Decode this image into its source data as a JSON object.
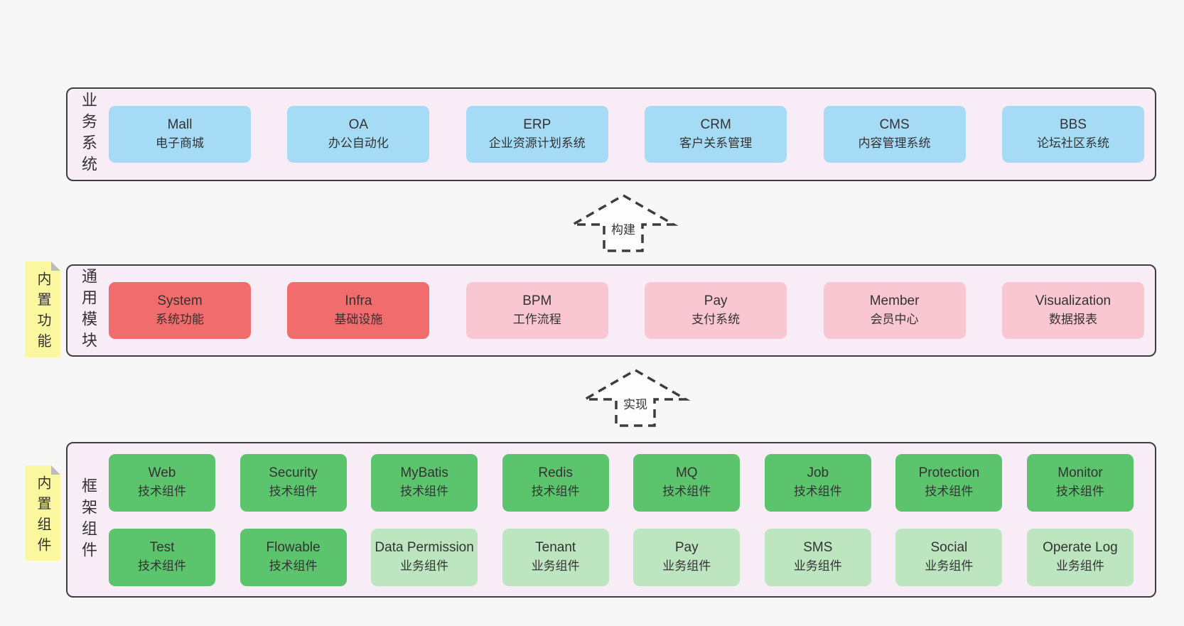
{
  "diagram": {
    "palette": {
      "page_background": "#f7f7f7",
      "panel_background": "#f8ecf6",
      "panel_border": "#3e3e3e",
      "box_blue": "#a6dbf5",
      "box_red": "#f16c6c",
      "box_pink": "#f9c7d1",
      "box_green": "#5cc46d",
      "box_lightgreen": "#bce5c0",
      "note_yellow": "#faf79f",
      "note_fold_gray": "#bcbcbc",
      "text": "#333333"
    },
    "arrows": [
      {
        "label": "构建"
      },
      {
        "label": "实现"
      }
    ],
    "notes": [
      {
        "text": "内置功能"
      },
      {
        "text": "内置组件"
      }
    ],
    "sections": [
      {
        "title": "业务系统",
        "rows": [
          [
            {
              "en": "Mall",
              "zh": "电子商城",
              "variant": "blue"
            },
            {
              "en": "OA",
              "zh": "办公自动化",
              "variant": "blue"
            },
            {
              "en": "ERP",
              "zh": "企业资源计划系统",
              "variant": "blue"
            },
            {
              "en": "CRM",
              "zh": "客户关系管理",
              "variant": "blue"
            },
            {
              "en": "CMS",
              "zh": "内容管理系统",
              "variant": "blue"
            },
            {
              "en": "BBS",
              "zh": "论坛社区系统",
              "variant": "blue"
            }
          ]
        ]
      },
      {
        "title": "通用模块",
        "rows": [
          [
            {
              "en": "System",
              "zh": "系统功能",
              "variant": "red"
            },
            {
              "en": "Infra",
              "zh": "基础设施",
              "variant": "red"
            },
            {
              "en": "BPM",
              "zh": "工作流程",
              "variant": "pink"
            },
            {
              "en": "Pay",
              "zh": "支付系统",
              "variant": "pink"
            },
            {
              "en": "Member",
              "zh": "会员中心",
              "variant": "pink"
            },
            {
              "en": "Visualization",
              "zh": "数据报表",
              "variant": "pink"
            }
          ]
        ]
      },
      {
        "title": "框架组件",
        "rows": [
          [
            {
              "en": "Web",
              "zh": "技术组件",
              "variant": "green"
            },
            {
              "en": "Security",
              "zh": "技术组件",
              "variant": "green"
            },
            {
              "en": "MyBatis",
              "zh": "技术组件",
              "variant": "green"
            },
            {
              "en": "Redis",
              "zh": "技术组件",
              "variant": "green"
            },
            {
              "en": "MQ",
              "zh": "技术组件",
              "variant": "green"
            },
            {
              "en": "Job",
              "zh": "技术组件",
              "variant": "green"
            },
            {
              "en": "Protection",
              "zh": "技术组件",
              "variant": "green"
            },
            {
              "en": "Monitor",
              "zh": "技术组件",
              "variant": "green"
            }
          ],
          [
            {
              "en": "Test",
              "zh": "技术组件",
              "variant": "green"
            },
            {
              "en": "Flowable",
              "zh": "技术组件",
              "variant": "green"
            },
            {
              "en": "Data Permission",
              "zh": "业务组件",
              "variant": "lightgreen"
            },
            {
              "en": "Tenant",
              "zh": "业务组件",
              "variant": "lightgreen"
            },
            {
              "en": "Pay",
              "zh": "业务组件",
              "variant": "lightgreen"
            },
            {
              "en": "SMS",
              "zh": "业务组件",
              "variant": "lightgreen"
            },
            {
              "en": "Social",
              "zh": "业务组件",
              "variant": "lightgreen"
            },
            {
              "en": "Operate Log",
              "zh": "业务组件",
              "variant": "lightgreen"
            }
          ]
        ]
      }
    ]
  }
}
